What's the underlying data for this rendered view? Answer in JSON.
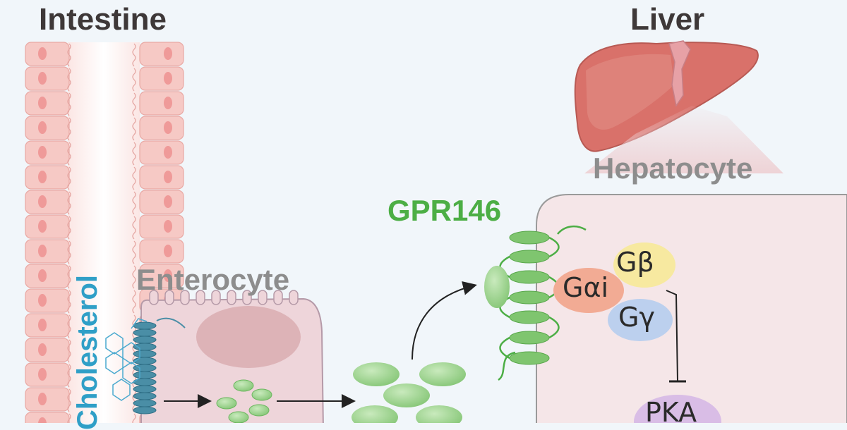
{
  "labels": {
    "intestine": "Intestine",
    "liver": "Liver",
    "hepatocyte": "Hepatocyte",
    "enterocyte": "Enterocyte",
    "gpr146": "GPR146",
    "cholesterol": "Cholesterol"
  },
  "proteins": {
    "g_beta": "Gβ",
    "g_alpha_i": "Gαi",
    "g_gamma": "Gγ",
    "pka": "PKA"
  },
  "colors": {
    "background": "#f1f6fa",
    "villus_cell": "#f6c9c5",
    "enterocyte_body": "#eed5da",
    "hepatocyte_body": "#f5e6e8",
    "liver": "#d86f66",
    "gpr146_green": "#4cae45",
    "cholesterol_blue": "#2f9fc7",
    "g_beta": "#f7e9a0",
    "g_alpha_i": "#f2ab94",
    "g_gamma": "#bcd0ee",
    "pka": "#d9bde6"
  }
}
